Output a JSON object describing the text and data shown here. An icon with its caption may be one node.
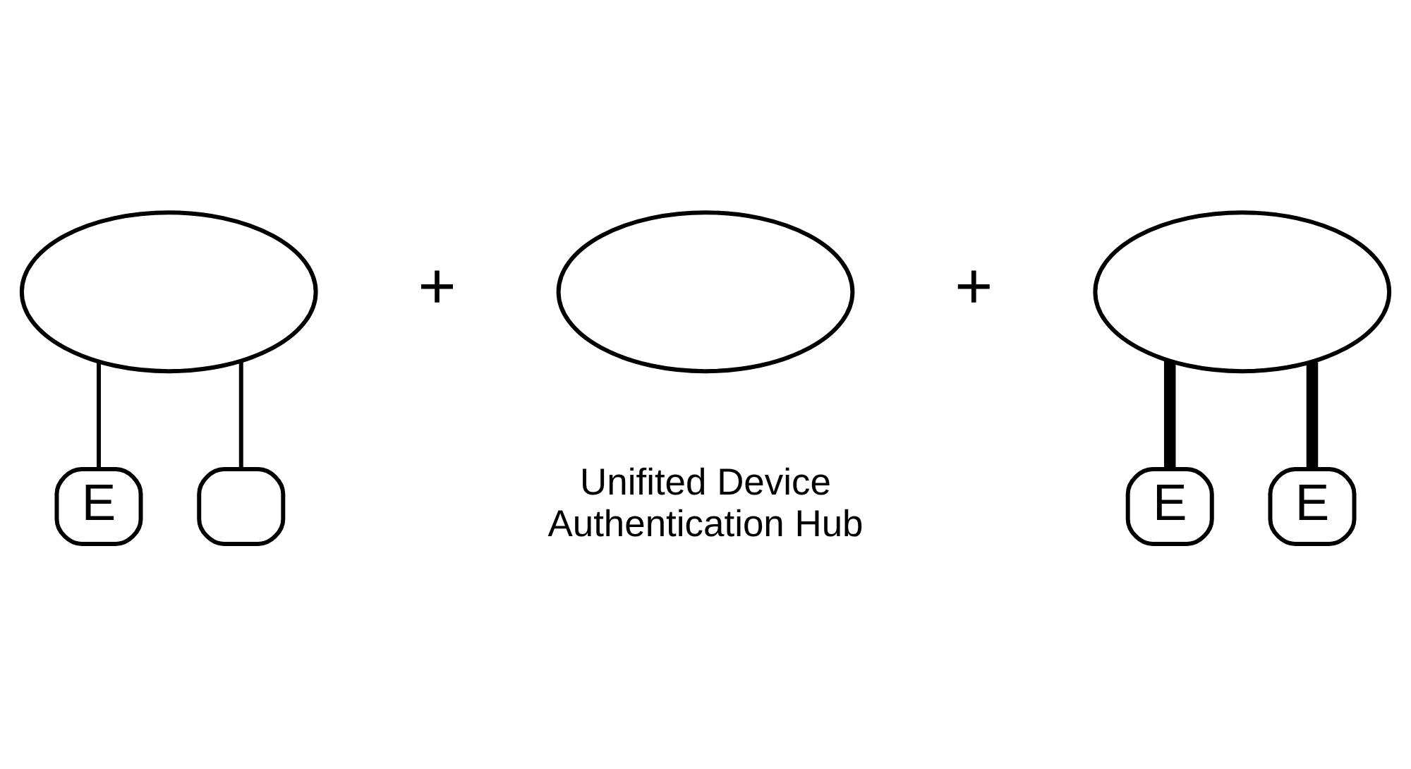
{
  "diagram": {
    "nodes": [
      {
        "text": [],
        "shape": "cloud"
      },
      {
        "text": [
          "E"
        ]
      },
      {
        "text": [],
        "shape": "box"
      },
      {
        "text": [],
        "shape": "cloud",
        "beside": [
          "Unifited Device Authentication Hub"
        ]
      },
      {
        "text": [],
        "shape": "cloud"
      },
      {
        "text": [
          "E"
        ]
      },
      {
        "text": [
          "E"
        ]
      }
    ],
    "edges": [
      {
        "from": 0,
        "to": 1,
        "arrow": "none"
      },
      {
        "from": 0,
        "to": 2,
        "arrow": "none"
      },
      {
        "from": 4,
        "to": 5,
        "arrow": "none",
        "style": "thick"
      },
      {
        "from": 4,
        "to": 6,
        "arrow": "none",
        "style": "thick"
      }
    ],
    "labels": [
      "+",
      "+"
    ]
  }
}
